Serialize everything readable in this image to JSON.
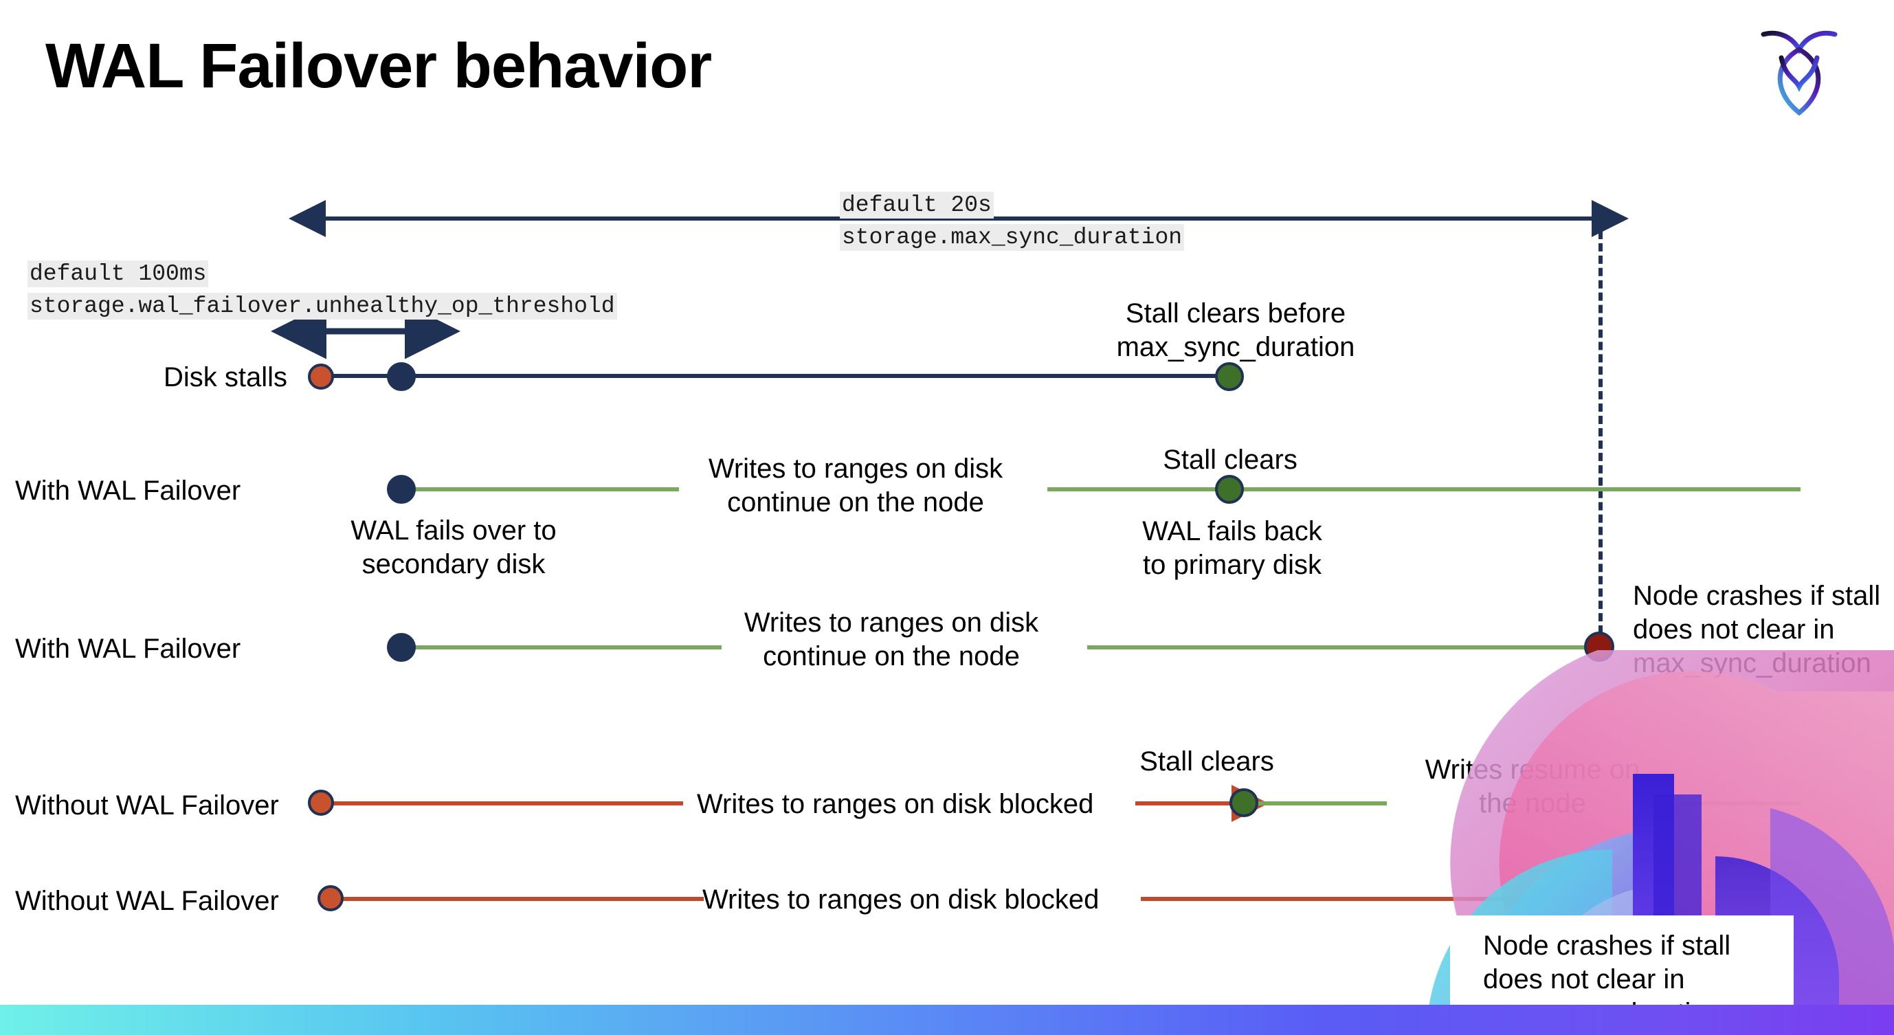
{
  "slide": {
    "title": "WAL Failover behavior",
    "logo_name": "cockroachdb-logo"
  },
  "annotations": {
    "max_sync": {
      "line1": "default 20s",
      "line2": "storage.max_sync_duration"
    },
    "unhealthy": {
      "line1": "default 100ms",
      "line2": "storage.wal_failover.unhealthy_op_threshold"
    }
  },
  "rows": [
    {
      "label": "Disk stalls",
      "notes": [
        "Stall clears before\nmax_sync_duration"
      ]
    },
    {
      "label": "With WAL Failover",
      "notes": [
        "Writes to ranges on disk\ncontinue on the node",
        "Stall clears",
        "WAL fails over to\nsecondary disk",
        "WAL fails  back\nto primary disk"
      ]
    },
    {
      "label": "With WAL Failover",
      "notes": [
        "Writes to ranges on disk\ncontinue on the node",
        "Node crashes if stall\ndoes not clear in\nmax_sync_duration"
      ]
    },
    {
      "label": "Without WAL Failover",
      "notes": [
        "Writes to ranges on disk  blocked",
        "Stall clears",
        "Writes resume on\nthe node"
      ]
    },
    {
      "label": "Without WAL Failover",
      "notes": [
        "Writes to ranges on disk  blocked",
        "Node crashes if stall\ndoes not clear in\nmax_sync_duration"
      ]
    }
  ],
  "colors": {
    "navy": "#1f3256",
    "green_line": "#7aa85c",
    "green_dot": "#3f7029",
    "orange": "#c8512e",
    "orange_line": "#c04a2b",
    "dark_red": "#8b1a10",
    "chip_bg": "#ececec",
    "bar_start": "#6ff0e8",
    "bar_end": "#7a3df0"
  }
}
